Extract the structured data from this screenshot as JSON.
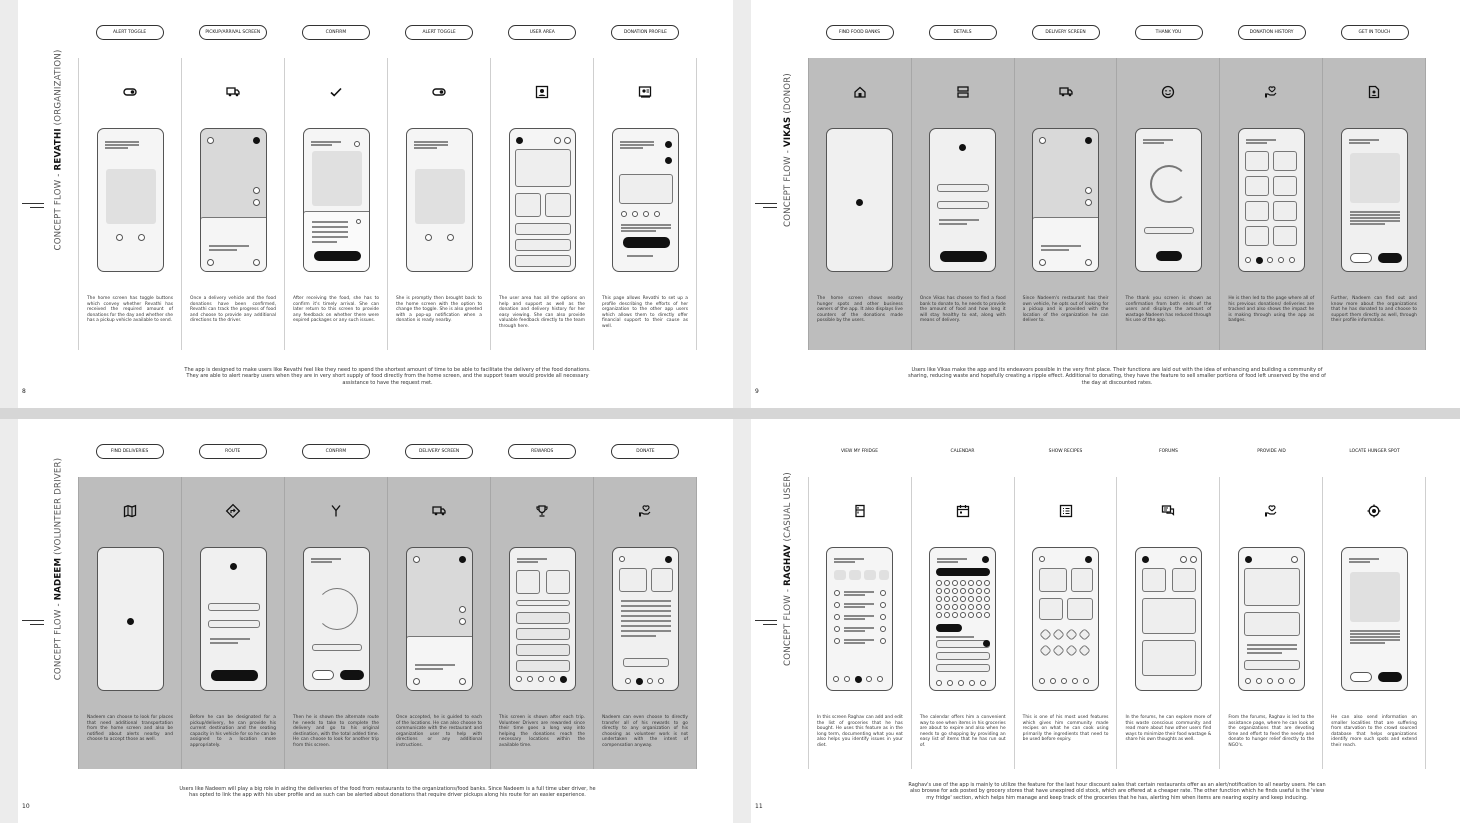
{
  "pages": [
    {
      "number": "8",
      "flow_prefix": "CONCEPT FLOW - ",
      "flow_name": "REVATHI",
      "flow_role": " (ORGANIZATION)",
      "screens": [
        {
          "label": "ALERT TOGGLE",
          "icon": "toggle-icon",
          "desc": "The home screen has toggle buttons which convey whether Revathi has received the required amount of donations for the day and whether she has a pickup vehicle available to send."
        },
        {
          "label": "PICKUP/ARRIVAL SCREEN",
          "icon": "truck-icon",
          "desc": "Once a delivery vehicle and the food donations have been confirmed, Revathi can track the progress of food and choose to provide any additional directions to the driver."
        },
        {
          "label": "CONFIRM",
          "icon": "check-icon",
          "desc": "After receiving the food, she has to confirm it's timely arrival. She can later return to this screen to provide any feedback on whether there were expired packages or any such issues."
        },
        {
          "label": "ALERT TOGGLE",
          "icon": "toggle-icon",
          "desc": "She is promptly then brought back to the home screen with the option to change the toggle. She is also greeted with a pop-up notification when a donation is ready nearby."
        },
        {
          "label": "USER AREA",
          "icon": "user-icon",
          "desc": "The user area has all the options on help and support as well as the donation and delivery history for her easy viewing. She can also provide valuable feedback directly to the team through here."
        },
        {
          "label": "DONATION PROFILE",
          "icon": "profile-icon",
          "desc": "This page allows Revathi to set up a profile describing the efforts of her organization to the other app users which allows them to directly offer financial support to their cause as well."
        }
      ],
      "footer": "The app is designed to make users like Revathi feel like they need to spend the shortest amount of time to be able to facilitate the delivery of the food donations. They are able to alert nearby users when they are in very short supply of food directly from the home screen, and the support team would provide all necessary assistance to have the request met."
    },
    {
      "number": "9",
      "flow_prefix": "CONCEPT FLOW - ",
      "flow_name": "VIKAS",
      "flow_role": " (DONOR)",
      "screens": [
        {
          "label": "FIND FOOD BANKS",
          "icon": "home-icon",
          "desc": "The home screen shows nearby hunger spots and other business owners of the app. It also displays live counters of the donations made possible by the users."
        },
        {
          "label": "DETAILS",
          "icon": "details-icon",
          "desc": "Once Vikas has chosen to find a food bank to donate to, he needs to provide the amount of food and how long it will stay healthy to eat, along with means of delivery."
        },
        {
          "label": "DELIVERY SCREEN",
          "icon": "truck-icon",
          "desc": "Since Nadeem's restaurant has their own vehicle, he opts out of looking for a pickup and is provided with the location of the organization he can deliver to."
        },
        {
          "label": "THANK YOU",
          "icon": "smile-icon",
          "desc": "The thank you screen is shown as confirmation from both ends of the users and displays the amount of wastage Nadeem has reduced through his use of the app."
        },
        {
          "label": "DONATION HISTORY",
          "icon": "hand-heart-icon",
          "desc": "He is then led to the page where all of his previous donations/ deliveries are tracked and also shows the impact he is making through using the app as badges."
        },
        {
          "label": "GET IN TOUCH",
          "icon": "contact-icon",
          "desc": "Further, Nadeem can find out and know more about the organizations that he has donated to and choose to support them directly as well, through their profile information."
        }
      ],
      "footer": "Users like Vikas make the app and its endeavors possible in the very first place. Their functions are laid out with the idea of enhancing and building a community of sharing, reducing waste and hopefully creating a ripple effect. Additional to donating, they have the feature to sell smaller portions of food left unserved by the end of the day at discounted rates."
    },
    {
      "number": "10",
      "flow_prefix": "CONCEPT FLOW - ",
      "flow_name": "NADEEM",
      "flow_role": " (VOLUNTEER DRIVER)",
      "screens": [
        {
          "label": "FIND DELIVERIES",
          "icon": "map-icon",
          "desc": "Nadeem can choose to look for places that need additional transportation from the home screen and also be notified about alerts nearby and choose to accept those as well."
        },
        {
          "label": "ROUTE",
          "icon": "route-icon",
          "desc": "Before he can be designated for a pickup/delivery, he can provide his current destination and the seating capacity in his vehicle for so he can be assigned to a location more appropriately."
        },
        {
          "label": "CONFIRM",
          "icon": "merge-icon",
          "desc": "Then he is shown the alternate route he needs to take to complete the delivery and go to his original destination, with the total added time. He can choose to look for another trip from this screen."
        },
        {
          "label": "DELIVERY SCREEN",
          "icon": "truck-icon",
          "desc": "Once accepted, he is guided to each of the locations. He can also choose to communicate with the restaurant and organization user to help with directions or any additional instructions."
        },
        {
          "label": "REWARDS",
          "icon": "trophy-icon",
          "desc": "This screen is shown after each trip. Volunteer Drivers are rewarded since their time goes a long way into helping the donations reach the necessary locations within the available time."
        },
        {
          "label": "DONATE",
          "icon": "hand-heart-icon",
          "desc": "Nadeem can even choose to directly transfer all of his rewards to go directly to any organization of his choosing as volunteer work is not undertaken with the intent of compensation anyway."
        }
      ],
      "footer": "Users like Nadeem will play a big role in aiding the deliveries of the food from restaurants to the organizations/food banks. Since Nadeem is a full time uber driver, he has opted to link the app with his uber profile and as such can be alerted about donations that require driver pickups along his route for an easier experience."
    },
    {
      "number": "11",
      "flow_prefix": "CONCEPT FLOW - ",
      "flow_name": "RAGHAV",
      "flow_role": " (CASUAL USER)",
      "screens": [
        {
          "label": "VIEW MY FRIDGE",
          "icon": "fridge-icon",
          "desc": "In this screen Raghav can add and edit the list of groceries that he has bought. He uses this feature as in the long term, documenting what you eat also helps you identify issues in your diet."
        },
        {
          "label": "CALENDAR",
          "icon": "calendar-icon",
          "desc": "The calendar offers him a convenient way to see when items in his groceries are about to expire and also when he needs to go shopping by providing an easy list of items that he has run out of."
        },
        {
          "label": "SHOW RECIPES",
          "icon": "list-icon",
          "desc": "This is one of his most used features which gives him community made recipes on what he can cook using primarily the ingredients that need to be used before expiry."
        },
        {
          "label": "FORUMS",
          "icon": "chat-icon",
          "desc": "In the forums, he can explore more of this waste conscious community and read more about how other users find ways to minimize their food wastage & share his own thoughts as well."
        },
        {
          "label": "PROVIDE AID",
          "icon": "hand-heart-icon",
          "desc": "From the forums, Raghav is led to the assistance page, where he can look at the organizations that are devoting time and effort to feed the needy and donate to hunger relief directly to the NGO's."
        },
        {
          "label": "LOCATE HUNGER SPOT",
          "icon": "target-icon",
          "desc": "He can also send information on smaller localities that are suffering from starvation to the crowd sourced database that helps organizations identify more such spots and extend their reach."
        }
      ],
      "footer": "Raghav's use of the app is mainly to utilize the feature for the last hour discount sales that certain restaurants offer as an alert/notification to all nearby users. He can also browse for ads posted by grocery stores that have unexpired old stock, which are offered at a cheaper rate. The other function which he finds useful is the 'view my fridge' section, which helps him manage and keep track of the groceries that he has, alerting him when items are nearing expiry and keep inducing."
    }
  ]
}
